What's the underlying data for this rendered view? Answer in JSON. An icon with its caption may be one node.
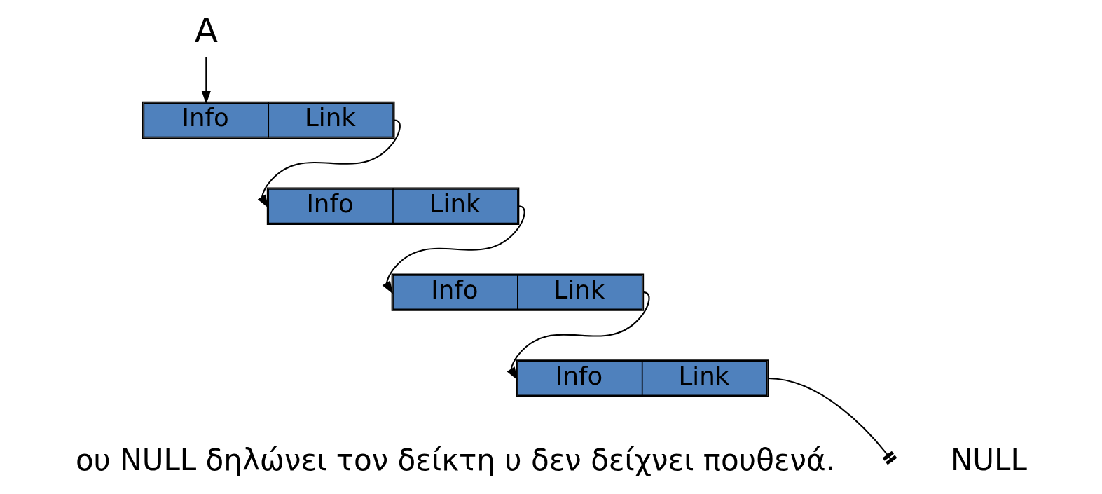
{
  "diagram": {
    "nodes": [
      {
        "text": [
          "A"
        ]
      },
      {
        "text": [
          "Info",
          "Link"
        ]
      },
      {
        "text": [
          "Info",
          "Link"
        ]
      },
      {
        "text": [
          "Info",
          "Link"
        ]
      },
      {
        "text": [
          "Info",
          "Link"
        ]
      }
    ],
    "edges": [
      {
        "from": 0,
        "to": 1,
        "arrow": "to"
      },
      {
        "from": 1,
        "to": 2,
        "arrow": "to"
      },
      {
        "from": 2,
        "to": 3,
        "arrow": "to"
      },
      {
        "from": 3,
        "to": 4,
        "arrow": "to"
      },
      {
        "from": 4,
        "to": null,
        "arrow": "other"
      }
    ],
    "labels": [
      "NULL",
      "ου NULL δηλώνει τον δείκτη υ δεν δείχνει πουθενά."
    ]
  }
}
